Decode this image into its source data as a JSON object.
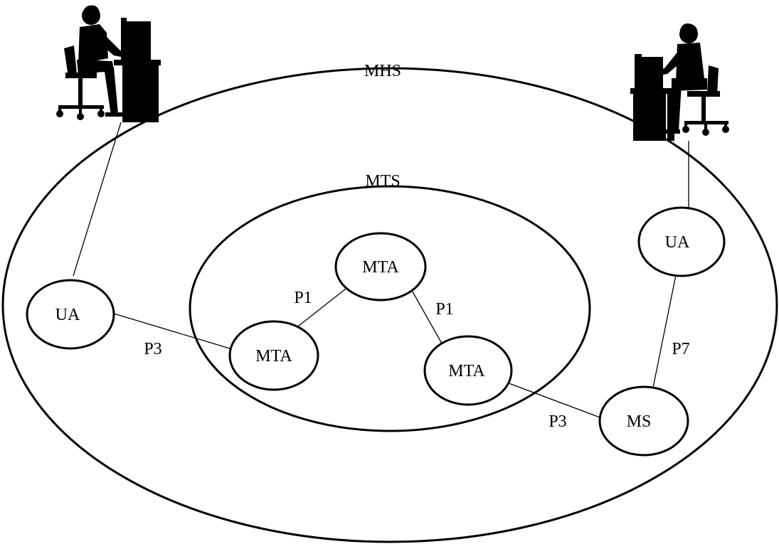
{
  "regions": {
    "mhs": "MHS",
    "mts": "MTS"
  },
  "nodes": {
    "ua_left": "UA",
    "ua_right": "UA",
    "mta_top": "MTA",
    "mta_left": "MTA",
    "mta_right": "MTA",
    "ms": "MS"
  },
  "links": {
    "ua_left_mta_left": "P3",
    "mta_top_mta_left": "P1",
    "mta_top_mta_right": "P1",
    "mta_right_ms": "P3",
    "ua_right_ms": "P7"
  },
  "icons": {
    "left_user": "user-at-computer-icon",
    "right_user": "user-at-computer-icon"
  }
}
